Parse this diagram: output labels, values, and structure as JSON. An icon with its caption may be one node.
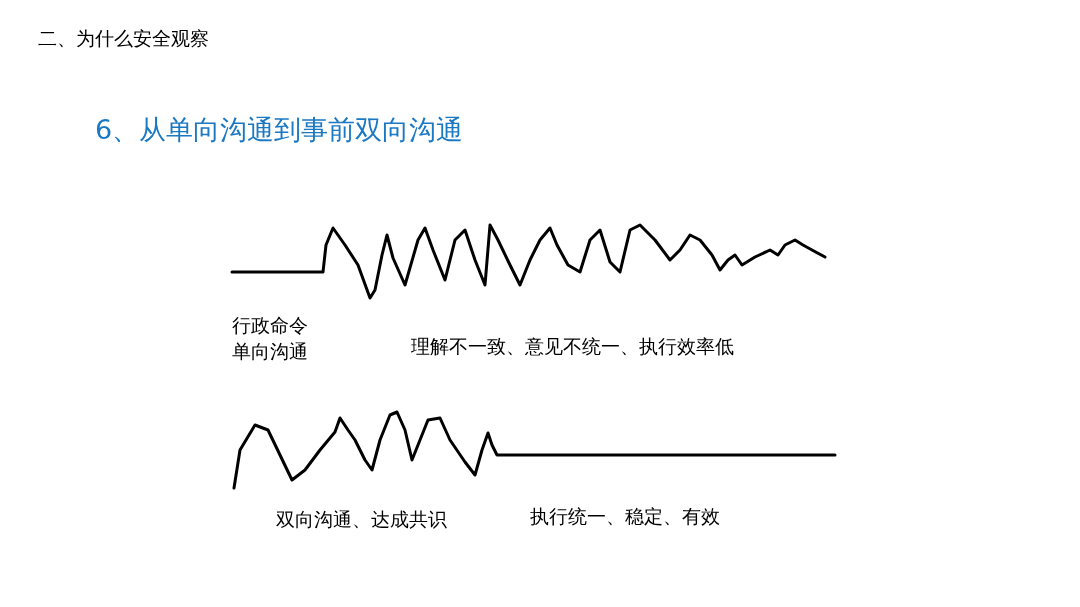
{
  "diagram": {
    "title": "6、从单向沟通到事前双向沟通",
    "labels": [
      "二、为什么安全观察",
      "行政命令",
      "单向沟通",
      "理解不一致、意见不统一、执行效率低",
      "双向沟通、达成共识",
      "执行统一、稳定、有效"
    ]
  }
}
